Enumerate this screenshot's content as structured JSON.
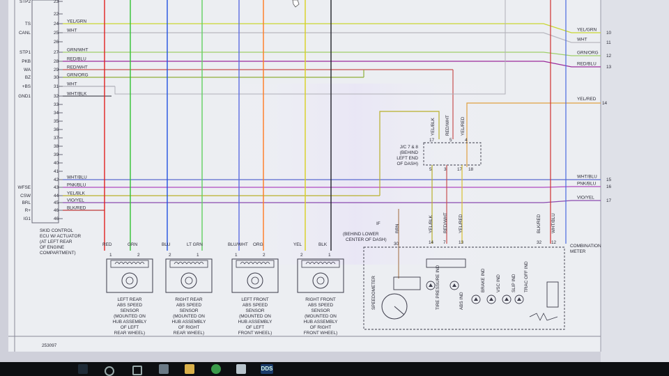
{
  "ecu": {
    "terminals": [
      {
        "name": "STP2",
        "num": "23"
      },
      {
        "name": "",
        "num": "22"
      },
      {
        "name": "TS",
        "num": "24"
      },
      {
        "name": "CANL",
        "num": "25"
      },
      {
        "name": "",
        "num": "26"
      },
      {
        "name": "STP1",
        "num": "27"
      },
      {
        "name": "PKB",
        "num": "28"
      },
      {
        "name": "WA",
        "num": "29"
      },
      {
        "name": "BZ",
        "num": "30"
      },
      {
        "name": "+BS",
        "num": "31"
      },
      {
        "name": "GND1",
        "num": "32"
      },
      {
        "name": "",
        "num": "33"
      },
      {
        "name": "",
        "num": "34"
      },
      {
        "name": "",
        "num": "35"
      },
      {
        "name": "",
        "num": "36"
      },
      {
        "name": "",
        "num": "37"
      },
      {
        "name": "",
        "num": "38"
      },
      {
        "name": "",
        "num": "39"
      },
      {
        "name": "",
        "num": "40"
      },
      {
        "name": "",
        "num": "41"
      },
      {
        "name": "",
        "num": "42"
      },
      {
        "name": "WFSE",
        "num": "43"
      },
      {
        "name": "CSW",
        "num": "44"
      },
      {
        "name": "BRL",
        "num": "45"
      },
      {
        "name": "R+",
        "num": "46"
      },
      {
        "name": "IG1",
        "num": "46"
      }
    ],
    "label_lines": [
      "SKID CONTROL",
      "ECU W/ ACTUATOR",
      "(AT LEFT REAR",
      "OF ENGINE",
      "COMPARTMENT)"
    ]
  },
  "wires": [
    {
      "label": "YEL/GRN",
      "right_label": "YEL/GRN",
      "ref": "10",
      "color": "#c9d630"
    },
    {
      "label": "WHT",
      "right_label": "WHT",
      "ref": "11",
      "color": "#b8b8c0"
    },
    {
      "label": "GRN/WHT",
      "right_label": "GRN/ORG",
      "ref": "12",
      "color": "#9fcf6a"
    },
    {
      "label": "RED/BLU",
      "right_label": "RED/BLU",
      "ref": "13",
      "color": "#9a2a9a"
    },
    {
      "label": "RED/WHT",
      "right_label": "",
      "ref": "",
      "color": "#c85050"
    },
    {
      "label": "GRN/ORG",
      "right_label": "",
      "ref": "",
      "color": "#8fae3a"
    },
    {
      "label": "WHT",
      "right_label": "",
      "ref": "",
      "color": "#b0b0b8"
    },
    {
      "label": "WHT/BLK",
      "right_label": "",
      "ref": "",
      "color": "#505058"
    },
    {
      "label": "WHT/BLU",
      "right_label": "WHT/BLU",
      "ref": "15",
      "color": "#5a6ad0"
    },
    {
      "label": "PNK/BLU",
      "right_label": "PNK/BLU",
      "ref": "16",
      "color": "#b04ac0"
    },
    {
      "label": "YEL/BLK",
      "right_label": "",
      "ref": "",
      "color": "#b8b02a"
    },
    {
      "label": "VIO/YEL",
      "right_label": "VIO/YEL",
      "ref": "17",
      "color": "#8a4ab0"
    },
    {
      "label": "BLK/RED",
      "right_label": "",
      "ref": "",
      "color": "#c03a3a"
    }
  ],
  "extra_wire": {
    "label": "YEL/RED",
    "ref": "14"
  },
  "sensors": [
    {
      "wires": [
        "RED",
        "GRN"
      ],
      "pins": [
        "1",
        "2"
      ],
      "label_lines": [
        "LEFT REAR",
        "ABS SPEED",
        "SENSOR",
        "(MOUNTED ON",
        "HUB ASSEMBLY",
        "OF LEFT",
        "REAR WHEEL)"
      ]
    },
    {
      "wires": [
        "BLU",
        "LT GRN"
      ],
      "pins": [
        "2",
        "1"
      ],
      "label_lines": [
        "RIGHT REAR",
        "ABS SPEED",
        "SENSOR",
        "(MOUNTED ON",
        "HUB ASSEMBLY",
        "OF RIGHT",
        "REAR WHEEL)"
      ]
    },
    {
      "wires": [
        "BLU/WHT",
        "ORG"
      ],
      "pins": [
        "1",
        "2"
      ],
      "label_lines": [
        "LEFT FRONT",
        "ABS SPEED",
        "SENSOR",
        "(MOUNTED ON",
        "HUB ASSEMBLY",
        "OF LEFT",
        "FRONT WHEEL)"
      ]
    },
    {
      "wires": [
        "YEL",
        "BLK"
      ],
      "pins": [
        "2",
        "1"
      ],
      "label_lines": [
        "RIGHT FRONT",
        "ABS SPEED",
        "SENSOR",
        "(MOUNTED ON",
        "HUB ASSEMBLY",
        "OF RIGHT",
        "FRONT WHEEL)"
      ]
    }
  ],
  "jc": {
    "top_pins": [
      "17",
      "5",
      "4"
    ],
    "bottom_pins": [
      "5",
      "3",
      "17",
      "18"
    ],
    "label_lines": [
      "J/C 7 & 8",
      "(BEHIND",
      "LEFT END",
      "OF DASH)"
    ]
  },
  "jc_wires": [
    "YEL/BLK",
    "RED/WHT",
    "YEL/RED"
  ],
  "if_connector": {
    "label_lines": [
      "IF",
      "(BEHIND LOWER",
      "CENTER OF DASH)"
    ],
    "wire": "BRN",
    "pin": "30"
  },
  "meter_wires": [
    {
      "label": "YEL/BLK",
      "pin": "14"
    },
    {
      "label": "RED/WHT",
      "pin": "7"
    },
    {
      "label": "YEL/RED",
      "pin": "13"
    },
    {
      "label": "BLK/RED",
      "pin": "32"
    },
    {
      "label": "WHT/BLU",
      "pin": "12"
    }
  ],
  "meter": {
    "label_lines": [
      "COMBINATION",
      "METER"
    ],
    "indicators": [
      "SPEEDOMETER",
      "TIRE PRESSURE IND",
      "ABS IND",
      "BRAKE IND",
      "VSC IND",
      "SLIP IND",
      "TRAC OFF IND"
    ]
  },
  "figure_code": "253097"
}
